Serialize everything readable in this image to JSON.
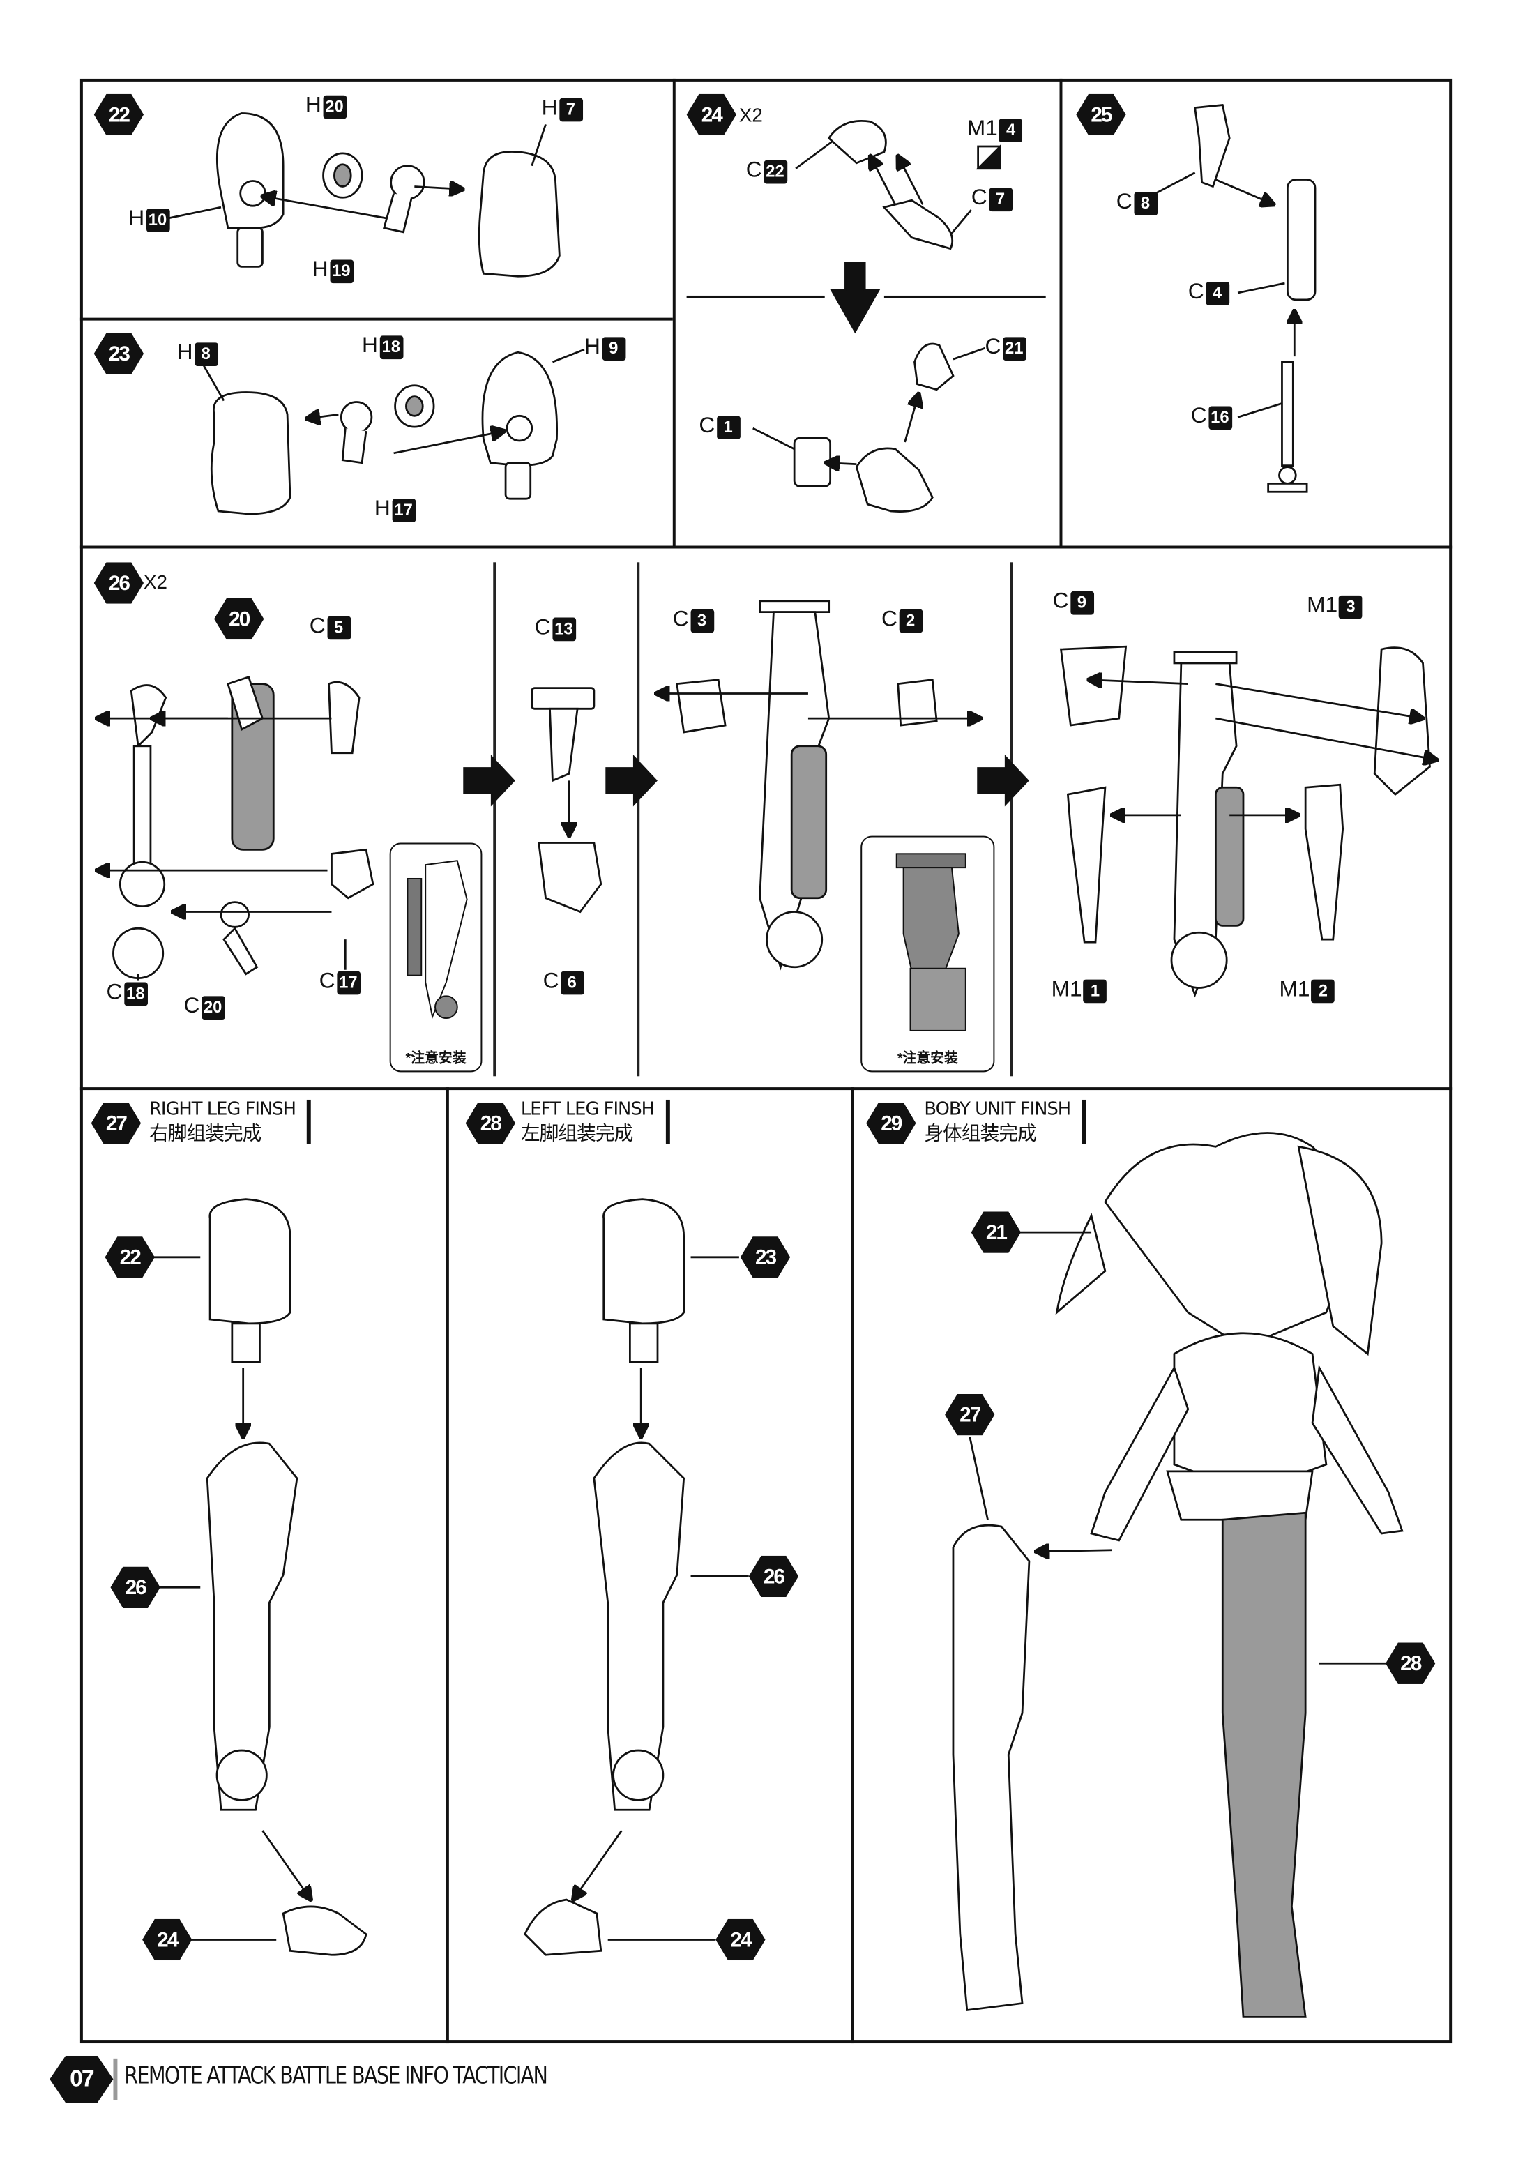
{
  "page": {
    "number": "07",
    "footer_title": "REMOTE ATTACK BATTLE BASE INFO TACTICIAN"
  },
  "steps": {
    "s22": {
      "num": "22",
      "parts": [
        {
          "l": "H",
          "n": "20"
        },
        {
          "l": "H",
          "n": "7"
        },
        {
          "l": "H",
          "n": "10"
        },
        {
          "l": "H",
          "n": "19"
        }
      ]
    },
    "s23": {
      "num": "23",
      "parts": [
        {
          "l": "H",
          "n": "8"
        },
        {
          "l": "H",
          "n": "18"
        },
        {
          "l": "H",
          "n": "9"
        },
        {
          "l": "H",
          "n": "17"
        }
      ]
    },
    "s24": {
      "num": "24",
      "mult": "X2",
      "parts": [
        {
          "l": "C",
          "n": "22"
        },
        {
          "l": "M1",
          "n": "4"
        },
        {
          "l": "C",
          "n": "7"
        },
        {
          "l": "C",
          "n": "21"
        },
        {
          "l": "C",
          "n": "1"
        }
      ]
    },
    "s25": {
      "num": "25",
      "parts": [
        {
          "l": "C",
          "n": "8"
        },
        {
          "l": "C",
          "n": "4"
        },
        {
          "l": "C",
          "n": "16"
        }
      ]
    },
    "s26": {
      "num": "26",
      "mult": "X2",
      "sub_step": "20",
      "note": "*注意安装",
      "parts": [
        {
          "l": "C",
          "n": "5"
        },
        {
          "l": "C",
          "n": "18"
        },
        {
          "l": "C",
          "n": "20"
        },
        {
          "l": "C",
          "n": "17"
        },
        {
          "l": "C",
          "n": "13"
        },
        {
          "l": "C",
          "n": "6"
        },
        {
          "l": "C",
          "n": "3"
        },
        {
          "l": "C",
          "n": "2"
        },
        {
          "l": "C",
          "n": "9"
        },
        {
          "l": "M1",
          "n": "3"
        },
        {
          "l": "M1",
          "n": "1"
        },
        {
          "l": "M1",
          "n": "2"
        }
      ]
    },
    "s27": {
      "num": "27",
      "title_en": "RIGHT LEG FINSH",
      "title_cn": "右脚组装完成",
      "refs": [
        "22",
        "26",
        "24"
      ]
    },
    "s28": {
      "num": "28",
      "title_en": "LEFT LEG FINSH",
      "title_cn": "左脚组装完成",
      "refs": [
        "23",
        "26",
        "24"
      ]
    },
    "s29": {
      "num": "29",
      "title_en": "BOBY UNIT FINSH",
      "title_cn": "身体组装完成",
      "refs": [
        "21",
        "27",
        "28"
      ]
    }
  }
}
